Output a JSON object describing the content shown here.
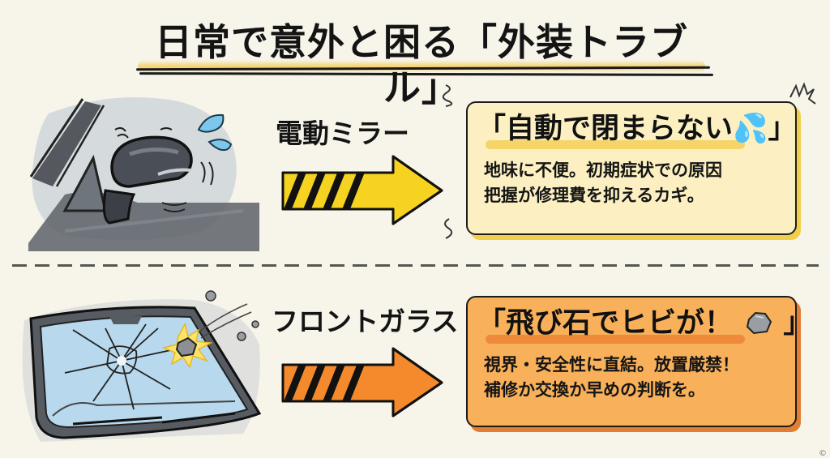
{
  "title": {
    "text": "日常で意外と困る「外装トラブル」"
  },
  "sections": [
    {
      "label": "電動ミラー",
      "illustration": "side-mirror-illustration",
      "arrow_color": "#f6d320",
      "box": {
        "headline": "「自動で閉まらない💦」",
        "headline_icon": "sweat-drops-icon",
        "body_lines": [
          "地味に不便。初期症状での原因",
          "把握が修理費を抑えるカギ。"
        ],
        "fill_color": "#fcf0c2",
        "accent_color": "#f2cf4a"
      }
    },
    {
      "label": "フロントガラス",
      "illustration": "cracked-windshield-illustration",
      "arrow_color": "#f58a2c",
      "box": {
        "headline": "「飛び石でヒビが！",
        "headline_end": "」",
        "headline_icon": "rock-icon",
        "body_lines": [
          "視界・安全性に直結。放置厳禁！",
          "補修か交換か早めの判断を。"
        ],
        "fill_color": "#f8b05a",
        "accent_color": "#e27d34"
      }
    }
  ],
  "colors": {
    "background": "#f7f4ea",
    "title_highlight": "#f5cd5a",
    "ink": "#141414"
  },
  "watermark": "©"
}
